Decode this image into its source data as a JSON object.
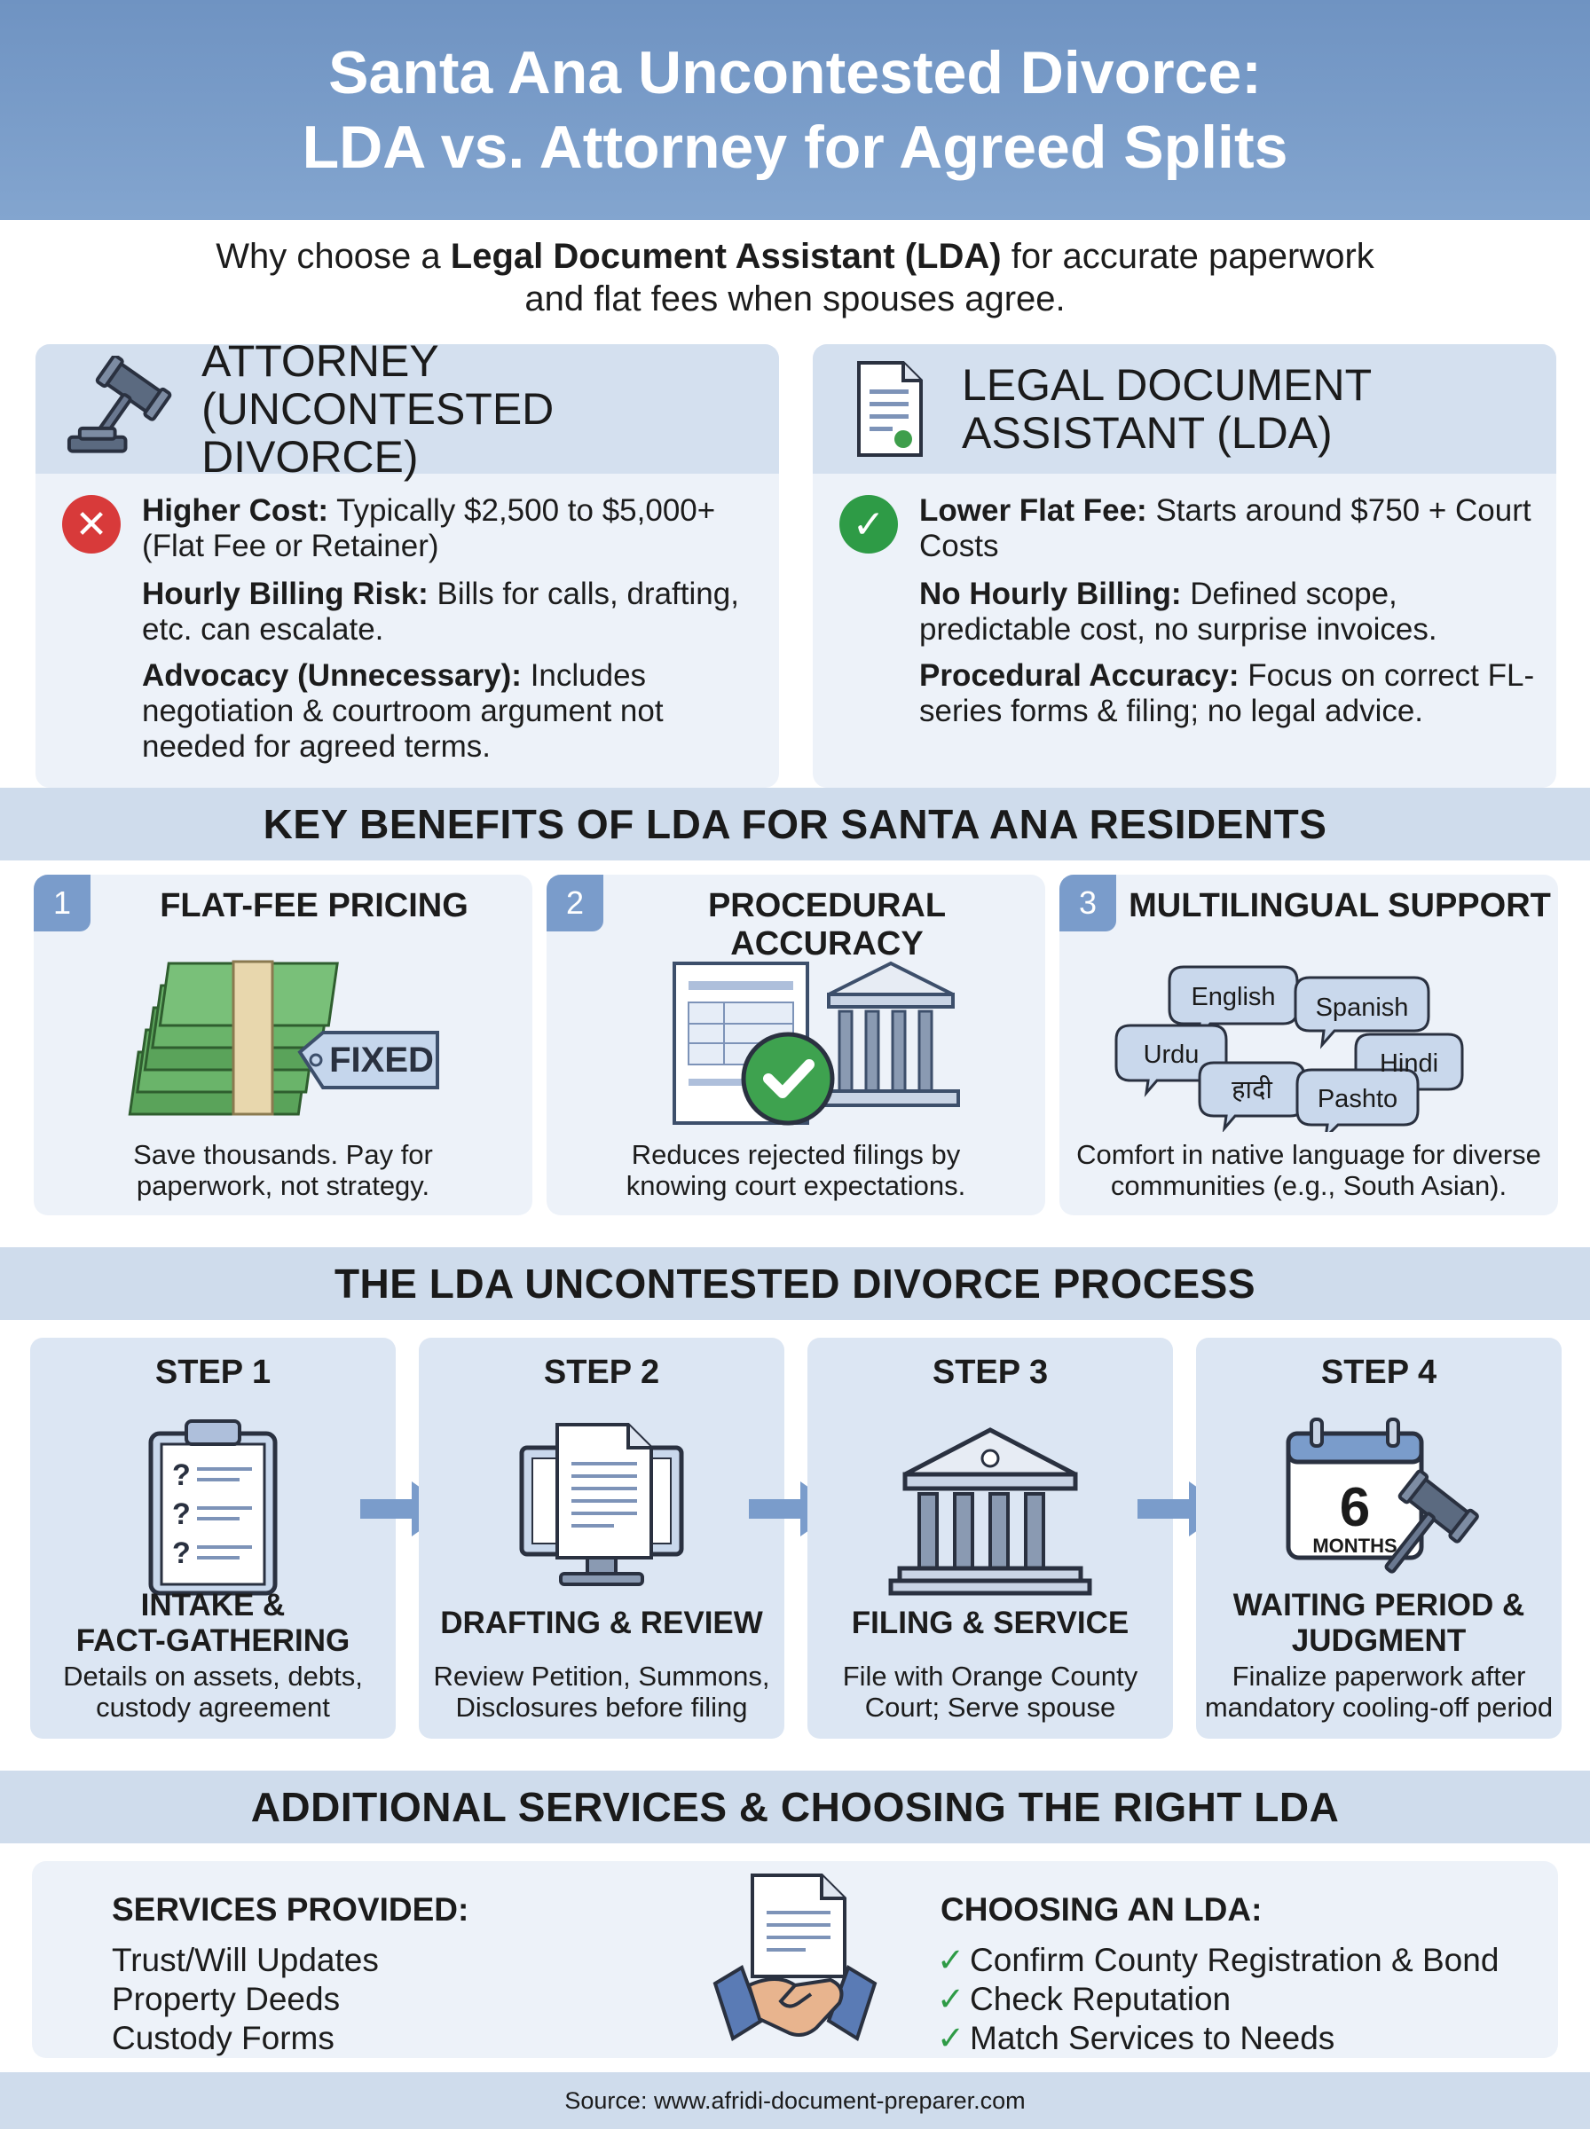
{
  "header": {
    "title_line1": "Santa Ana Uncontested Divorce:",
    "title_line2": "LDA vs. Attorney for Agreed Splits"
  },
  "subtitle": {
    "pre": "Why choose a ",
    "bold": "Legal Document Assistant (LDA)",
    "post": " for accurate paperwork",
    "line2": "and flat fees when spouses agree."
  },
  "attorney": {
    "title_line1": "ATTORNEY",
    "title_line2": "(UNCONTESTED DIVORCE)",
    "points": [
      {
        "label": "Higher Cost:",
        "text": " Typically $2,500 to $5,000+ (Flat Fee or Retainer)"
      },
      {
        "label": "Hourly Billing Risk:",
        "text": " Bills for calls, drafting, etc. can escalate."
      },
      {
        "label": "Advocacy (Unnecessary):",
        "text": " Includes negotiation & courtroom argument not needed for agreed terms."
      }
    ]
  },
  "lda": {
    "title_line1": "LEGAL DOCUMENT",
    "title_line2": "ASSISTANT (LDA)",
    "points": [
      {
        "label": "Lower Flat Fee:",
        "text": " Starts around $750 + Court Costs"
      },
      {
        "label": "No Hourly Billing:",
        "text": " Defined scope, predictable cost, no surprise invoices."
      },
      {
        "label": "Procedural Accuracy:",
        "text": " Focus on correct FL-series forms & filing; no legal advice."
      }
    ]
  },
  "benefits_section": {
    "heading": "KEY BENEFITS OF LDA FOR SANTA ANA RESIDENTS",
    "items": [
      {
        "num": "1",
        "title": "FLAT-FEE PRICING",
        "tag": "FIXED",
        "desc_line1": "Save thousands. Pay for",
        "desc_line2": "paperwork, not strategy."
      },
      {
        "num": "2",
        "title": "PROCEDURAL ACCURACY",
        "desc_line1": "Reduces rejected filings by",
        "desc_line2": "knowing court expectations."
      },
      {
        "num": "3",
        "title": "MULTILINGUAL SUPPORT",
        "desc_line1": "Comfort in native language for diverse",
        "desc_line2": "communities (e.g., South Asian).",
        "languages": [
          "English",
          "Spanish",
          "Urdu",
          "Hindi",
          "हादी",
          "Pashto"
        ]
      }
    ]
  },
  "process_section": {
    "heading": "THE LDA UNCONTESTED DIVORCE PROCESS",
    "steps": [
      {
        "label": "STEP 1",
        "name_line1": "INTAKE &",
        "name_line2": "FACT-GATHERING",
        "desc_line1": "Details on assets, debts,",
        "desc_line2": "custody agreement"
      },
      {
        "label": "STEP 2",
        "name_line1": "DRAFTING & REVIEW",
        "desc_line1": "Review Petition, Summons,",
        "desc_line2": "Disclosures before filing"
      },
      {
        "label": "STEP 3",
        "name_line1": "FILING & SERVICE",
        "desc_line1": "File with Orange County",
        "desc_line2": "Court; Serve spouse"
      },
      {
        "label": "STEP 4",
        "name_line1": "WAITING PERIOD &",
        "name_line2": "JUDGMENT",
        "desc_line1": "Finalize paperwork after",
        "desc_line2": "mandatory cooling-off period",
        "calendar_number": "6",
        "calendar_unit": "MONTHS"
      }
    ]
  },
  "additional_section": {
    "heading": "ADDITIONAL SERVICES & CHOOSING THE RIGHT LDA",
    "services_title": "SERVICES PROVIDED:",
    "services": [
      "Trust/Will Updates",
      "Property Deeds",
      "Custody Forms"
    ],
    "choosing_title": "CHOOSING AN LDA:",
    "choosing": [
      "Confirm County Registration & Bond",
      "Check Reputation",
      "Match Services to Needs"
    ],
    "check_mark": "✓"
  },
  "footer": {
    "source": "Source: www.afridi-document-preparer.com"
  },
  "colors": {
    "header_blue": "#7799c6",
    "band_blue": "#cfdcec",
    "card_bg": "#edf2f9",
    "red_x": "#d83a3a",
    "green_check": "#2e9b46"
  }
}
